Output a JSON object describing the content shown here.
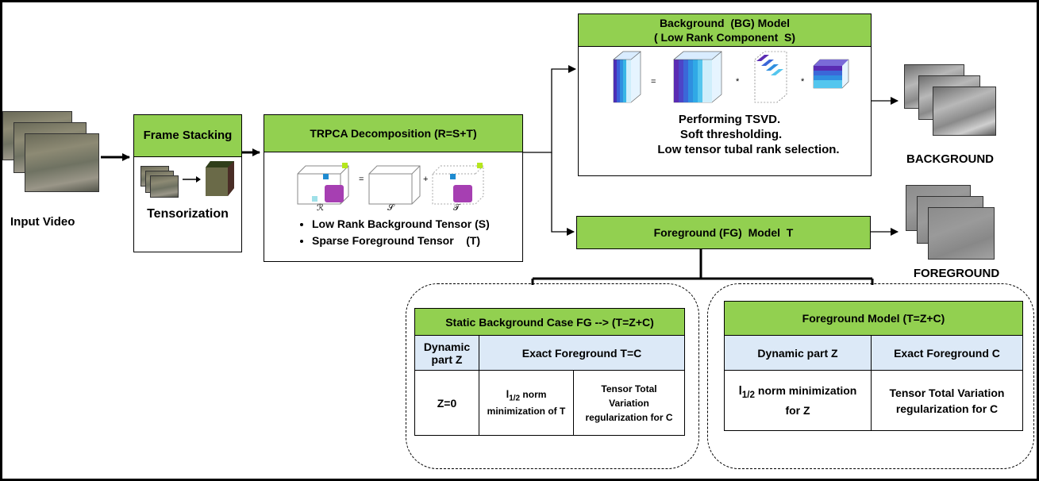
{
  "input": {
    "label": "Input Video"
  },
  "frame_stacking": {
    "title": "Frame Stacking",
    "subtitle": "Tensorization"
  },
  "trpca": {
    "title": "TRPCA Decomposition (R=S+T)",
    "bullets": [
      "Low Rank Background Tensor (S)",
      "Sparse Foreground Tensor    (T)"
    ],
    "symbols": {
      "r": "ℛ",
      "s": "𝒮",
      "t": "𝒯",
      "eq": "=",
      "plus": "+"
    }
  },
  "bg_model": {
    "title_line1": "Background  (BG) Model",
    "title_line2": "( Low Rank Component  S)",
    "lines": [
      "Performing TSVD.",
      "Soft thresholding.",
      "Low tensor tubal rank selection."
    ],
    "ops": {
      "eq": "=",
      "mul1": "*",
      "mul2": "*"
    }
  },
  "fg_model": {
    "title": "Foreground (FG)  Model  T"
  },
  "outputs": {
    "background": "BACKGROUND",
    "foreground": "FOREGROUND"
  },
  "static_case": {
    "title": "Static Background Case FG --> (T=Z+C)",
    "header_left": "Dynamic part Z",
    "header_right": "Exact Foreground T=C",
    "cell_z": "Z=0",
    "cell_norm_l": "l",
    "cell_norm_sub": "1/2",
    "cell_norm_rest": " norm minimization of T",
    "cell_tv": "Tensor Total Variation regularization for C"
  },
  "fg_model_detail": {
    "title": "Foreground Model (T=Z+C)",
    "header_left": "Dynamic part Z",
    "header_right": "Exact Foreground C",
    "cell_norm_l": "l",
    "cell_norm_sub": "1/2",
    "cell_norm_rest": " norm minimization for Z",
    "cell_tv": "Tensor Total Variation regularization for C"
  },
  "colors": {
    "header_green": "#92d050",
    "cell_blue": "#dce9f7",
    "accent_magenta": "#a63fb2",
    "accent_blue": "#1f8bd0",
    "accent_lime": "#b5e61d"
  }
}
